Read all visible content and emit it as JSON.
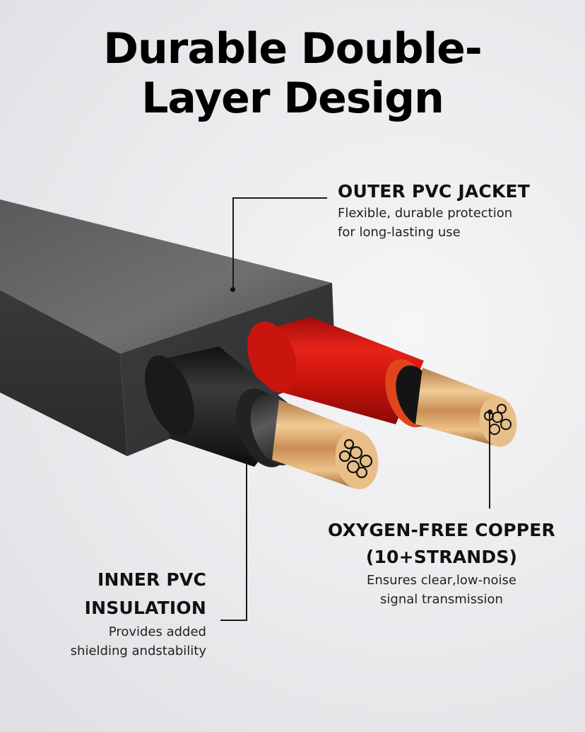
{
  "title": {
    "line1": "Durable Double-",
    "line2": "Layer Design"
  },
  "callouts": [
    {
      "id": "outer-jacket",
      "heading": "OUTER PVC JACKET",
      "description_line1": "Flexible, durable protection",
      "description_line2": "for long-lasting use"
    },
    {
      "id": "copper",
      "heading_line1": "OXYGEN-FREE COPPER",
      "heading_line2": "(10+STRANDS)",
      "description_line1": "Ensures clear,low-noise",
      "description_line2": "signal transmission"
    },
    {
      "id": "inner-insulation",
      "heading_line1": "INNER PVC",
      "heading_line2": "INSULATION",
      "description_line1": "Provides added",
      "description_line2": "shielding andstability"
    }
  ],
  "colors": {
    "background": "#ececef",
    "jacket": "#3a3a3c",
    "red_wire": "#d0160f",
    "black_wire": "#1c1c1c",
    "copper": "#d9a66e",
    "text": "#111111"
  }
}
